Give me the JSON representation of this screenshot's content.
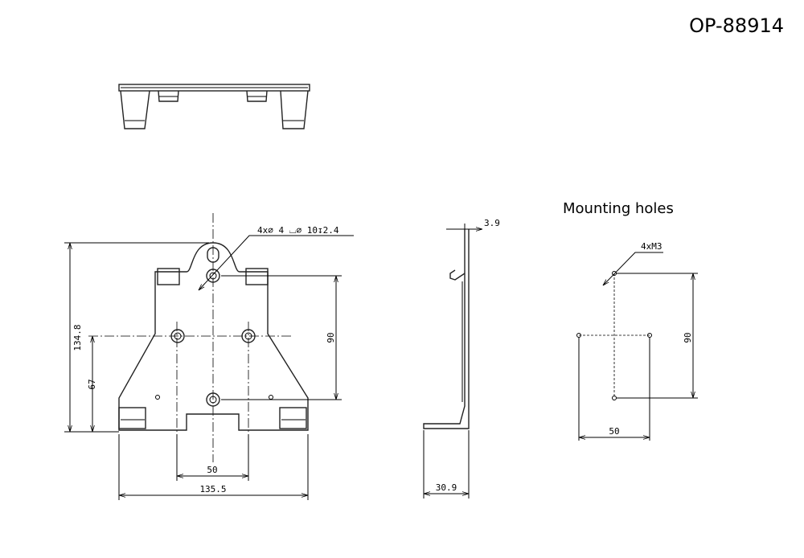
{
  "part_number": "OP-88914",
  "mounting_holes_title": "Mounting holes",
  "front_view": {
    "hole_callout": "4x⌀ 4 ⌴⌀ 10↧2.4",
    "height_total": "134.8",
    "height_half": "67",
    "hole_spacing_vertical": "90",
    "hole_spacing_horizontal": "50",
    "width_total": "135.5"
  },
  "side_view": {
    "thickness": "3.9",
    "depth": "30.9"
  },
  "mounting_pattern": {
    "thread_callout": "4xM3",
    "vertical_spacing": "90",
    "horizontal_spacing": "50"
  }
}
